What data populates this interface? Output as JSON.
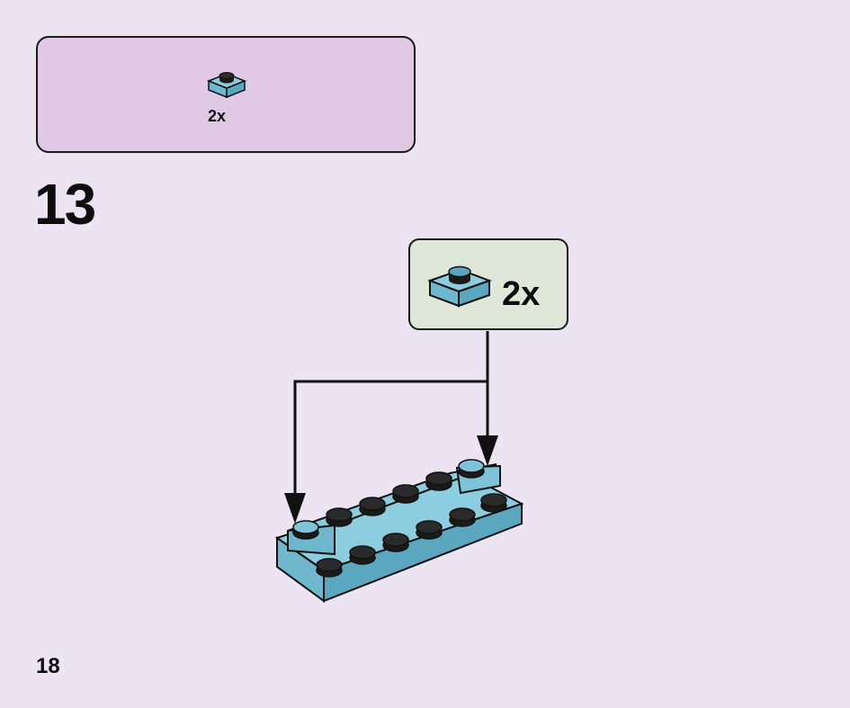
{
  "parts_list": {
    "items": [
      {
        "icon": "blue-1x1-plate-icon",
        "quantity": "2x"
      }
    ]
  },
  "step": {
    "number": "13",
    "callout": {
      "icon": "blue-1x1-plate-icon",
      "quantity": "2x"
    }
  },
  "page": {
    "number": "18"
  },
  "colors": {
    "background": "#ece4f2",
    "parts_box": "#dfc9e4",
    "callout_box": "#dfe8d8",
    "brick_blue": "#7fc3d8",
    "brick_blue_dark": "#5aa7bf"
  }
}
